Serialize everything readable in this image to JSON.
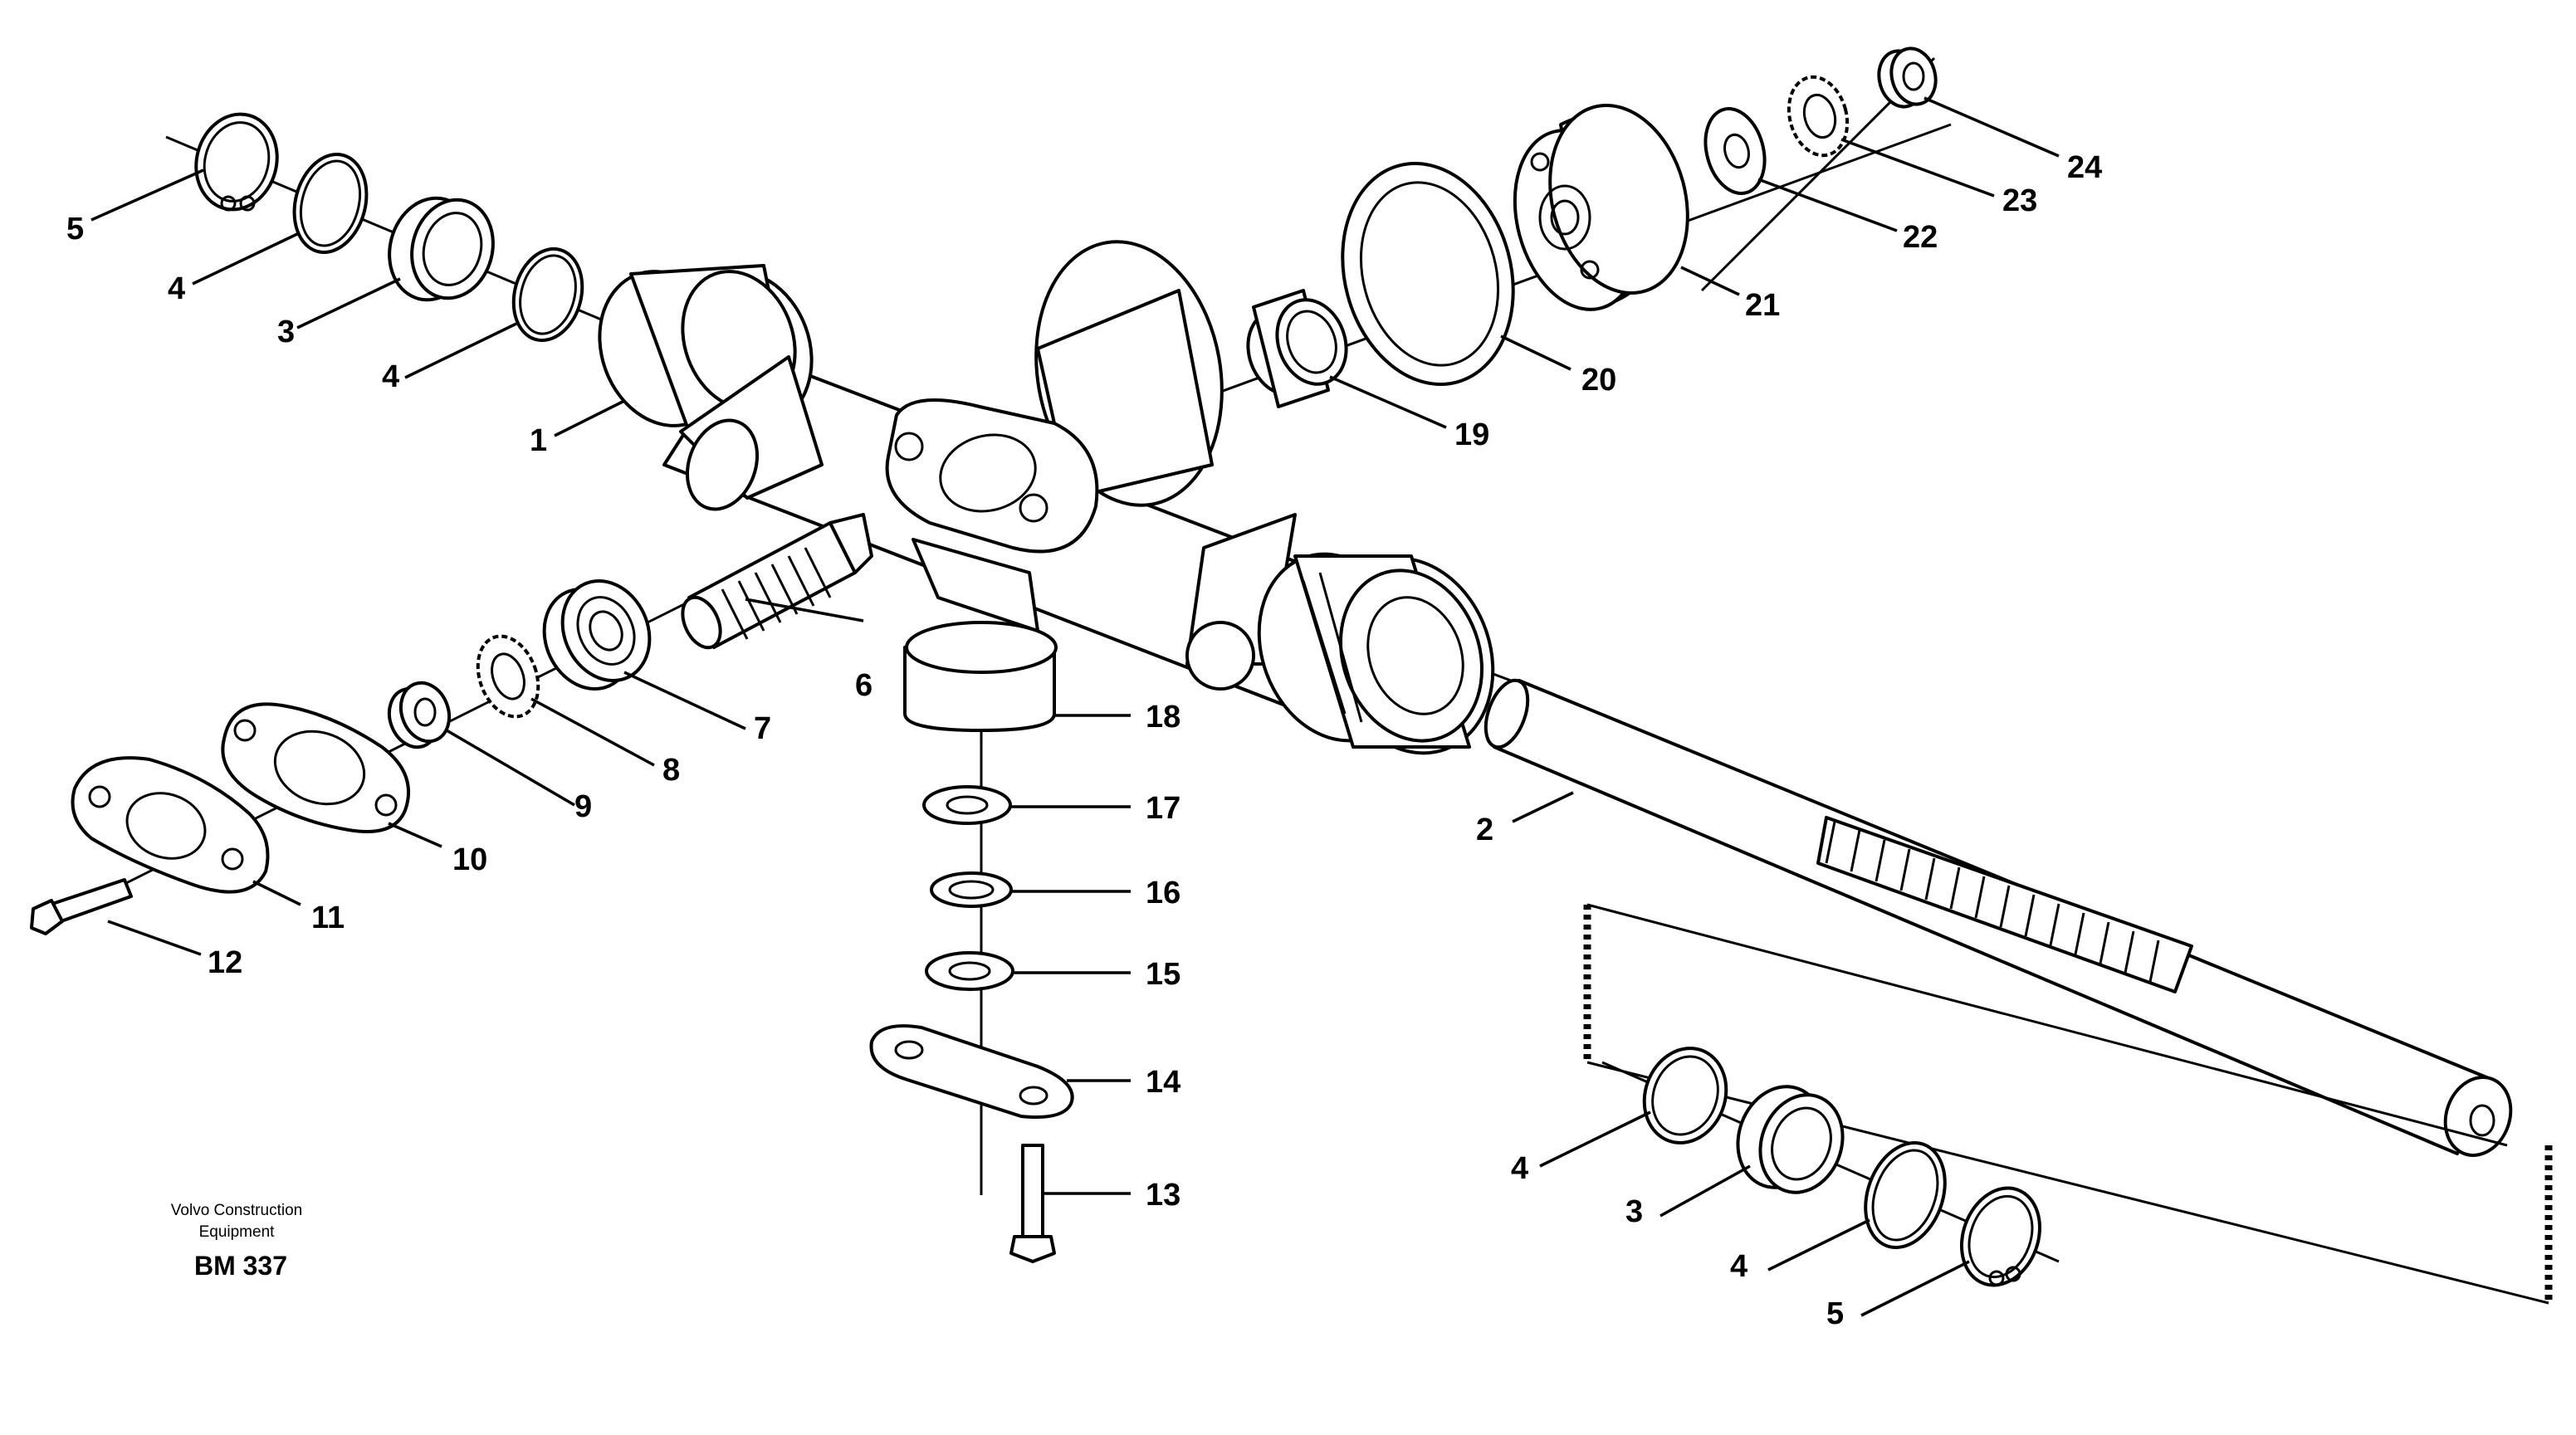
{
  "caption": {
    "line1": "Volvo Construction",
    "line2": "Equipment",
    "code": "BM 337"
  },
  "callouts": {
    "c1": "1",
    "c2": "2",
    "c3a": "3",
    "c3b": "3",
    "c4a": "4",
    "c4b": "4",
    "c4c": "4",
    "c4d": "4",
    "c5a": "5",
    "c5b": "5",
    "c6": "6",
    "c7": "7",
    "c8": "8",
    "c9": "9",
    "c10": "10",
    "c11": "11",
    "c12": "12",
    "c13": "13",
    "c14": "14",
    "c15": "15",
    "c16": "16",
    "c17": "17",
    "c18": "18",
    "c19": "19",
    "c20": "20",
    "c21": "21",
    "c22": "22",
    "c23": "23",
    "c24": "24"
  }
}
